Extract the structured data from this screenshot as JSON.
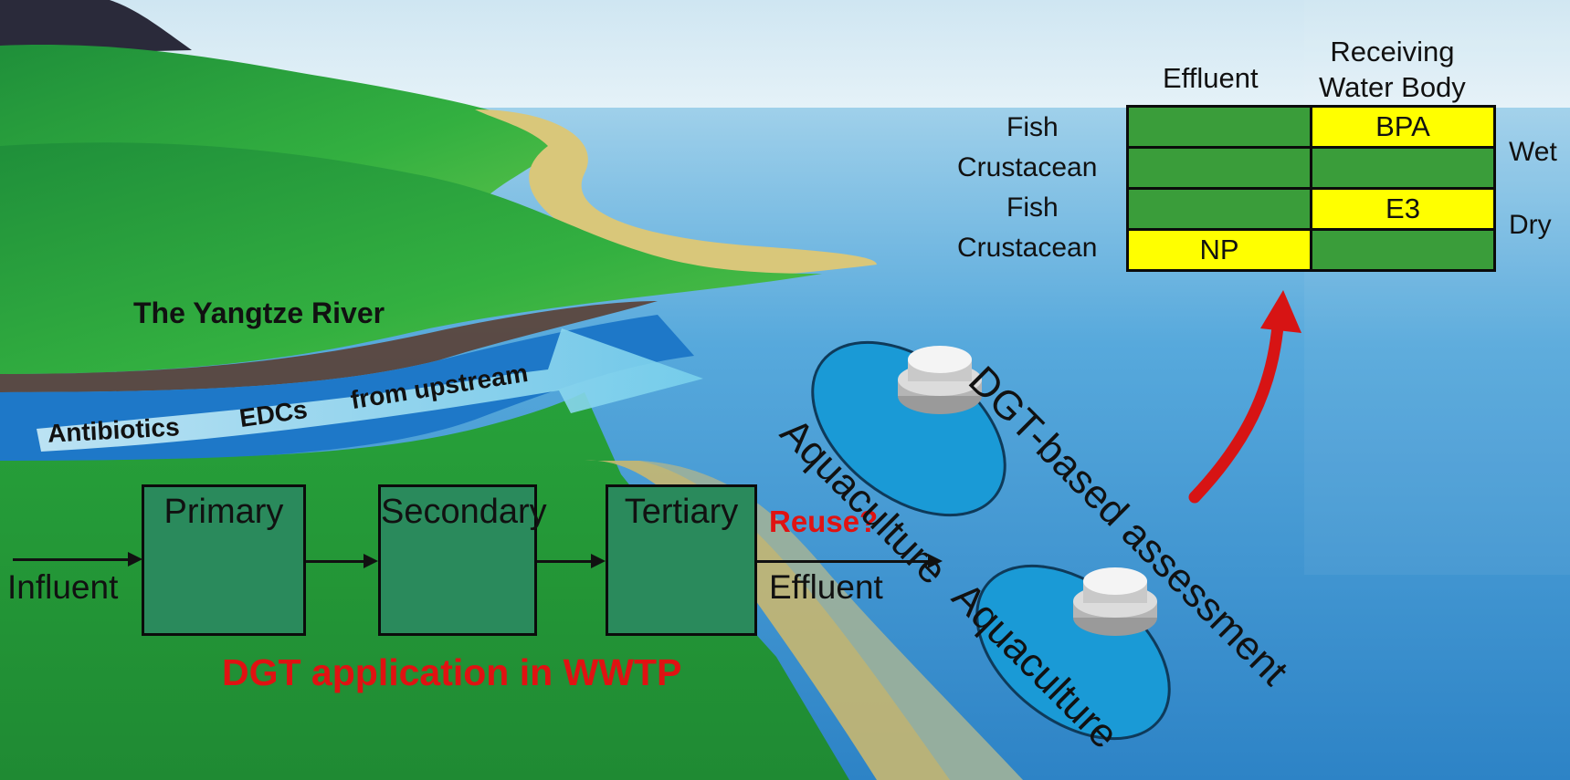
{
  "river": {
    "name": "The Yangtze River",
    "flow_words": [
      "Antibiotics",
      "EDCs",
      "from upstream"
    ]
  },
  "wwtp": {
    "input_label": "Influent",
    "stages": [
      "Primary",
      "Secondary",
      "Tertiary"
    ],
    "output_label": "Effluent",
    "reuse_label": "Reuse?",
    "caption": "DGT application in WWTP"
  },
  "aquaculture": {
    "ponds": [
      "Aquaculture",
      "Aquaculture"
    ],
    "assessment_label": "DGT-based assessment"
  },
  "risk_table": {
    "col_headers": [
      "Effluent",
      "Receiving\nWater Body"
    ],
    "row_labels": [
      "Fish",
      "Crustacean",
      "Fish",
      "Crustacean"
    ],
    "season_labels": [
      "Wet",
      "Dry"
    ],
    "cells": [
      [
        "",
        "BPA"
      ],
      [
        "",
        ""
      ],
      [
        "",
        "E3"
      ],
      [
        "NP",
        ""
      ]
    ],
    "cell_colors": [
      [
        "green",
        "yellow"
      ],
      [
        "green",
        "green"
      ],
      [
        "green",
        "yellow"
      ],
      [
        "yellow",
        "green"
      ]
    ]
  },
  "colors": {
    "risk_green": "#3a9d3a",
    "risk_yellow": "#ffff00",
    "label_red": "#e01212",
    "pond_blue": "#1a9ad6",
    "box_green": "#2a8a5c"
  },
  "icons": [
    "dgt-device-icon",
    "red-curved-arrow-icon",
    "flow-arrow-icon"
  ]
}
